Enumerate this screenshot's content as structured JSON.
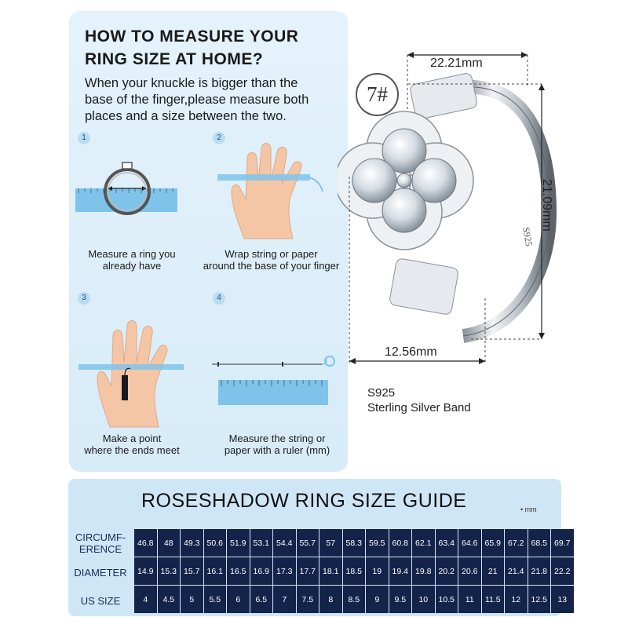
{
  "guide_panel": {
    "title_line1": "HOW TO MEASURE YOUR",
    "title_line2": "RING SIZE AT HOME?",
    "intro_line1": "When your knuckle is bigger than the",
    "intro_line2": "base of the finger,please measure both",
    "intro_line3": "places and a size between the two.",
    "steps": [
      {
        "num": "1",
        "line1": "Measure a ring you",
        "line2": "already have"
      },
      {
        "num": "2",
        "line1": "Wrap string or paper",
        "line2": "around the base of your finger"
      },
      {
        "num": "3",
        "line1": "Make a point",
        "line2": "where the ends meet"
      },
      {
        "num": "4",
        "line1": "Measure the string or",
        "line2": "paper with a ruler (mm)"
      }
    ]
  },
  "product": {
    "size_tag": "7#",
    "width_top": "22.21mm",
    "height_right": "21.09mm",
    "width_bottom": "12.56mm",
    "band_stamp": "S925",
    "material_line1": "S925",
    "material_line2": "Sterling Silver Band"
  },
  "size_guide": {
    "title": "ROSESHADOW RING SIZE GUIDE",
    "unit": "mm",
    "rows": [
      {
        "label_line1": "CIRCUMF-",
        "label_line2": "ERENCE",
        "values": [
          "46.8",
          "48",
          "49.3",
          "50.6",
          "51.9",
          "53.1",
          "54.4",
          "55.7",
          "57",
          "58.3",
          "59.5",
          "60.8",
          "62.1",
          "63.4",
          "64.6",
          "65.9",
          "67.2",
          "68.5",
          "69.7"
        ]
      },
      {
        "label_line1": "DIAMETER",
        "label_line2": "",
        "values": [
          "14.9",
          "15.3",
          "15.7",
          "16.1",
          "16.5",
          "16.9",
          "17.3",
          "17.7",
          "18.1",
          "18.5",
          "19",
          "19.4",
          "19.8",
          "20.2",
          "20.6",
          "21",
          "21.4",
          "21.8",
          "22.2"
        ]
      },
      {
        "label_line1": "US SIZE",
        "label_line2": "",
        "values": [
          "4",
          "4.5",
          "5",
          "5.5",
          "6",
          "6.5",
          "7",
          "7.5",
          "8",
          "8.5",
          "9",
          "9.5",
          "10",
          "10.5",
          "11",
          "11.5",
          "12",
          "12.5",
          "13"
        ]
      }
    ]
  }
}
